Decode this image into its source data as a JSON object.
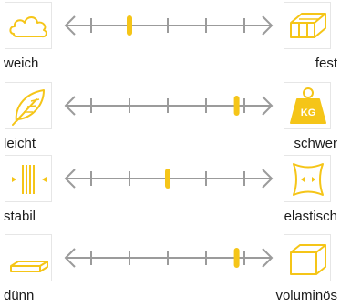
{
  "accent_color": "#f5c518",
  "scale_color": "#9b9b9b",
  "rows": [
    {
      "left_label": "weich",
      "right_label": "fest",
      "left_icon": "cloud-icon",
      "right_icon": "brick-icon",
      "marker_position": 0.25
    },
    {
      "left_label": "leicht",
      "right_label": "schwer",
      "left_icon": "feather-icon",
      "right_icon": "weight-icon",
      "right_icon_text": "KG",
      "marker_position": 0.95
    },
    {
      "left_label": "stabil",
      "right_label": "elastisch",
      "left_icon": "compressed-lines-icon",
      "right_icon": "stretch-icon",
      "marker_position": 0.5
    },
    {
      "left_label": "dünn",
      "right_label": "voluminös",
      "left_icon": "flat-slab-icon",
      "right_icon": "box-icon",
      "marker_position": 0.95
    }
  ]
}
